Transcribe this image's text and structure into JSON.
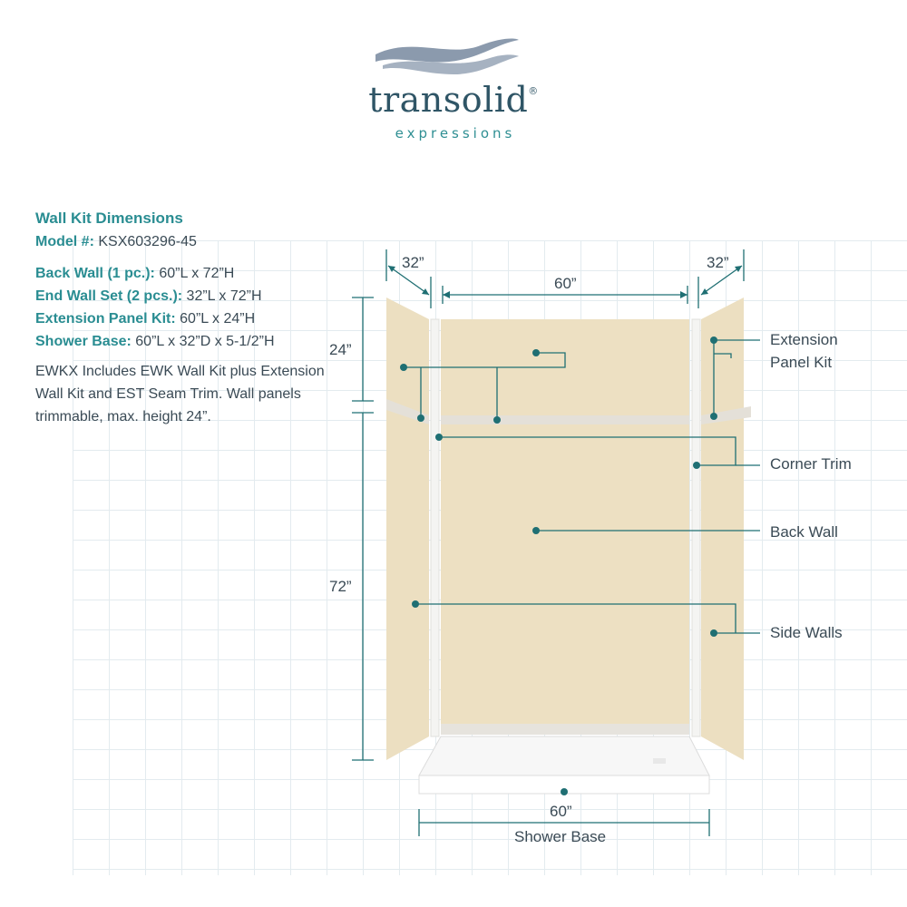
{
  "logo": {
    "brand": "transolid",
    "registered": "®",
    "tagline": "expressions"
  },
  "info": {
    "title": "Wall Kit Dimensions",
    "model_label": "Model #:",
    "model_value": "KSX603296-45",
    "specs": [
      {
        "label": "Back Wall (1 pc.):",
        "value": "60”L x 72”H"
      },
      {
        "label": "End Wall Set (2 pcs.):",
        "value": "32”L x 72”H"
      },
      {
        "label": "Extension Panel Kit:",
        "value": "60”L x 24”H"
      },
      {
        "label": "Shower Base:",
        "value": "60”L x 32”D x 5-1/2”H"
      }
    ],
    "note": "EWKX Includes EWK Wall Kit plus Extension Wall Kit and EST Seam Trim. Wall panels trimmable, max. height 24”."
  },
  "dimensions": {
    "left_depth": "32”",
    "back_width": "60”",
    "right_depth": "32”",
    "extension_height": "24”",
    "wall_height": "72”",
    "base_width": "60”"
  },
  "callouts": {
    "extension_line1": "Extension",
    "extension_line2": "Panel Kit",
    "corner_trim": "Corner Trim",
    "back_wall": "Back Wall",
    "side_walls": "Side Walls",
    "shower_base": "Shower Base"
  },
  "colors": {
    "accent": "#2a8d92",
    "leader": "#1f6f73",
    "panel": "#ede0c2",
    "logo_wave": "#7f8fa3"
  }
}
